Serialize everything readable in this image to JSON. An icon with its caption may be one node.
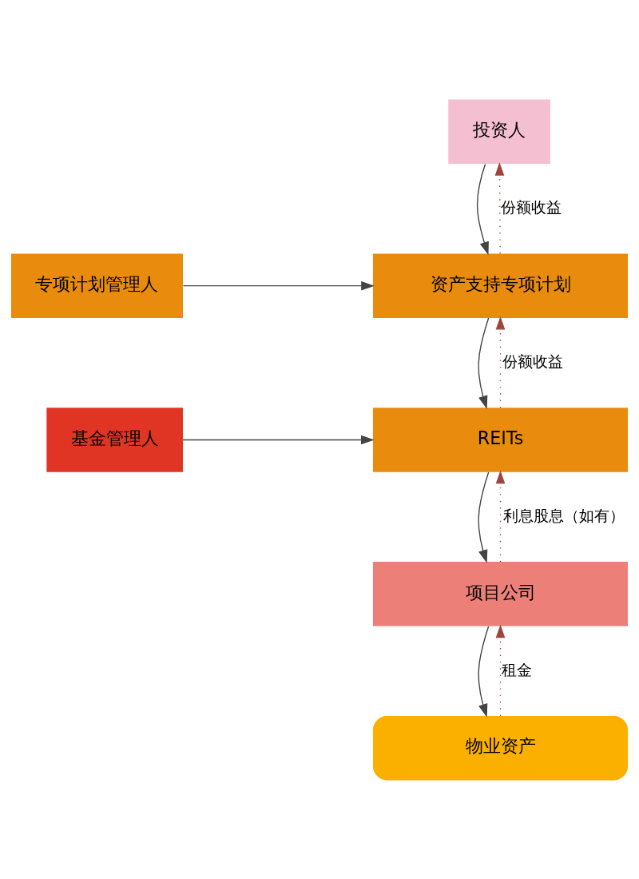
{
  "diagram": {
    "nodes": [
      {
        "text": [
          "投资人"
        ]
      },
      {
        "text": [
          "资产支持专项计划"
        ]
      },
      {
        "text": [
          "专项计划管理人"
        ]
      },
      {
        "text": [
          "REITs"
        ]
      },
      {
        "text": [
          "基金管理人"
        ]
      },
      {
        "text": [
          "项目公司"
        ]
      },
      {
        "text": [
          "物业资产"
        ]
      }
    ],
    "edges": [
      {
        "from": 0,
        "to": 1,
        "arrow": "to"
      },
      {
        "from": 1,
        "to": 0,
        "arrow": "to",
        "label": "份额收益",
        "style": "dashed",
        "color": "#a0443c"
      },
      {
        "from": 2,
        "to": 1,
        "arrow": "to"
      },
      {
        "from": 1,
        "to": 3,
        "arrow": "to"
      },
      {
        "from": 3,
        "to": 1,
        "arrow": "to",
        "label": "份额收益",
        "style": "dashed",
        "color": "#a0443c"
      },
      {
        "from": 4,
        "to": 3,
        "arrow": "to"
      },
      {
        "from": 3,
        "to": 5,
        "arrow": "to"
      },
      {
        "from": 5,
        "to": 3,
        "arrow": "to",
        "label": "利息股息（如有）",
        "style": "dashed",
        "color": "#a0443c"
      },
      {
        "from": 5,
        "to": 6,
        "arrow": "to"
      },
      {
        "from": 6,
        "to": 5,
        "arrow": "to",
        "label": "租金",
        "style": "dashed",
        "color": "#a0443c"
      }
    ]
  }
}
